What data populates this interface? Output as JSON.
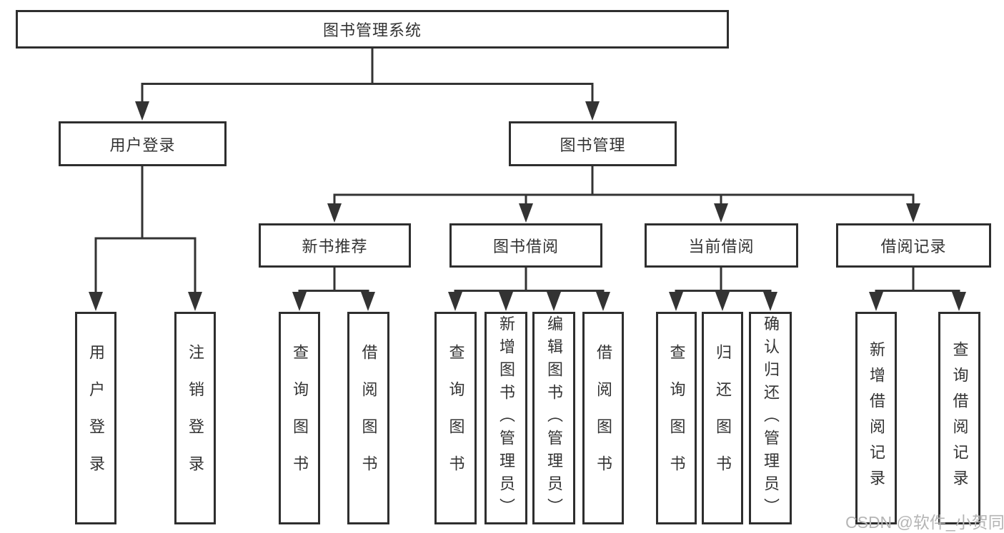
{
  "diagram": {
    "title": "图书管理系统",
    "branches": [
      {
        "label": "用户登录",
        "children": [
          "用户登录",
          "注销登录"
        ]
      },
      {
        "label": "图书管理",
        "sections": [
          {
            "label": "新书推荐",
            "children": [
              "查询图书",
              "借阅图书"
            ]
          },
          {
            "label": "图书借阅",
            "children": [
              "查询图书",
              "新增图书（管理员）",
              "编辑图书（管理员）",
              "借阅图书"
            ]
          },
          {
            "label": "当前借阅",
            "children": [
              "查询图书",
              "归还图书",
              "确认归还（管理员）"
            ]
          },
          {
            "label": "借阅记录",
            "children": [
              "新增借阅记录",
              "查询借阅记录"
            ]
          }
        ]
      }
    ]
  },
  "watermark": "CSDN @软件_小贺同学",
  "colors": {
    "line": "#333333",
    "border": "#2e2e2e",
    "text": "#333333",
    "watermark": "#b5b5b5",
    "background": "#ffffff"
  }
}
